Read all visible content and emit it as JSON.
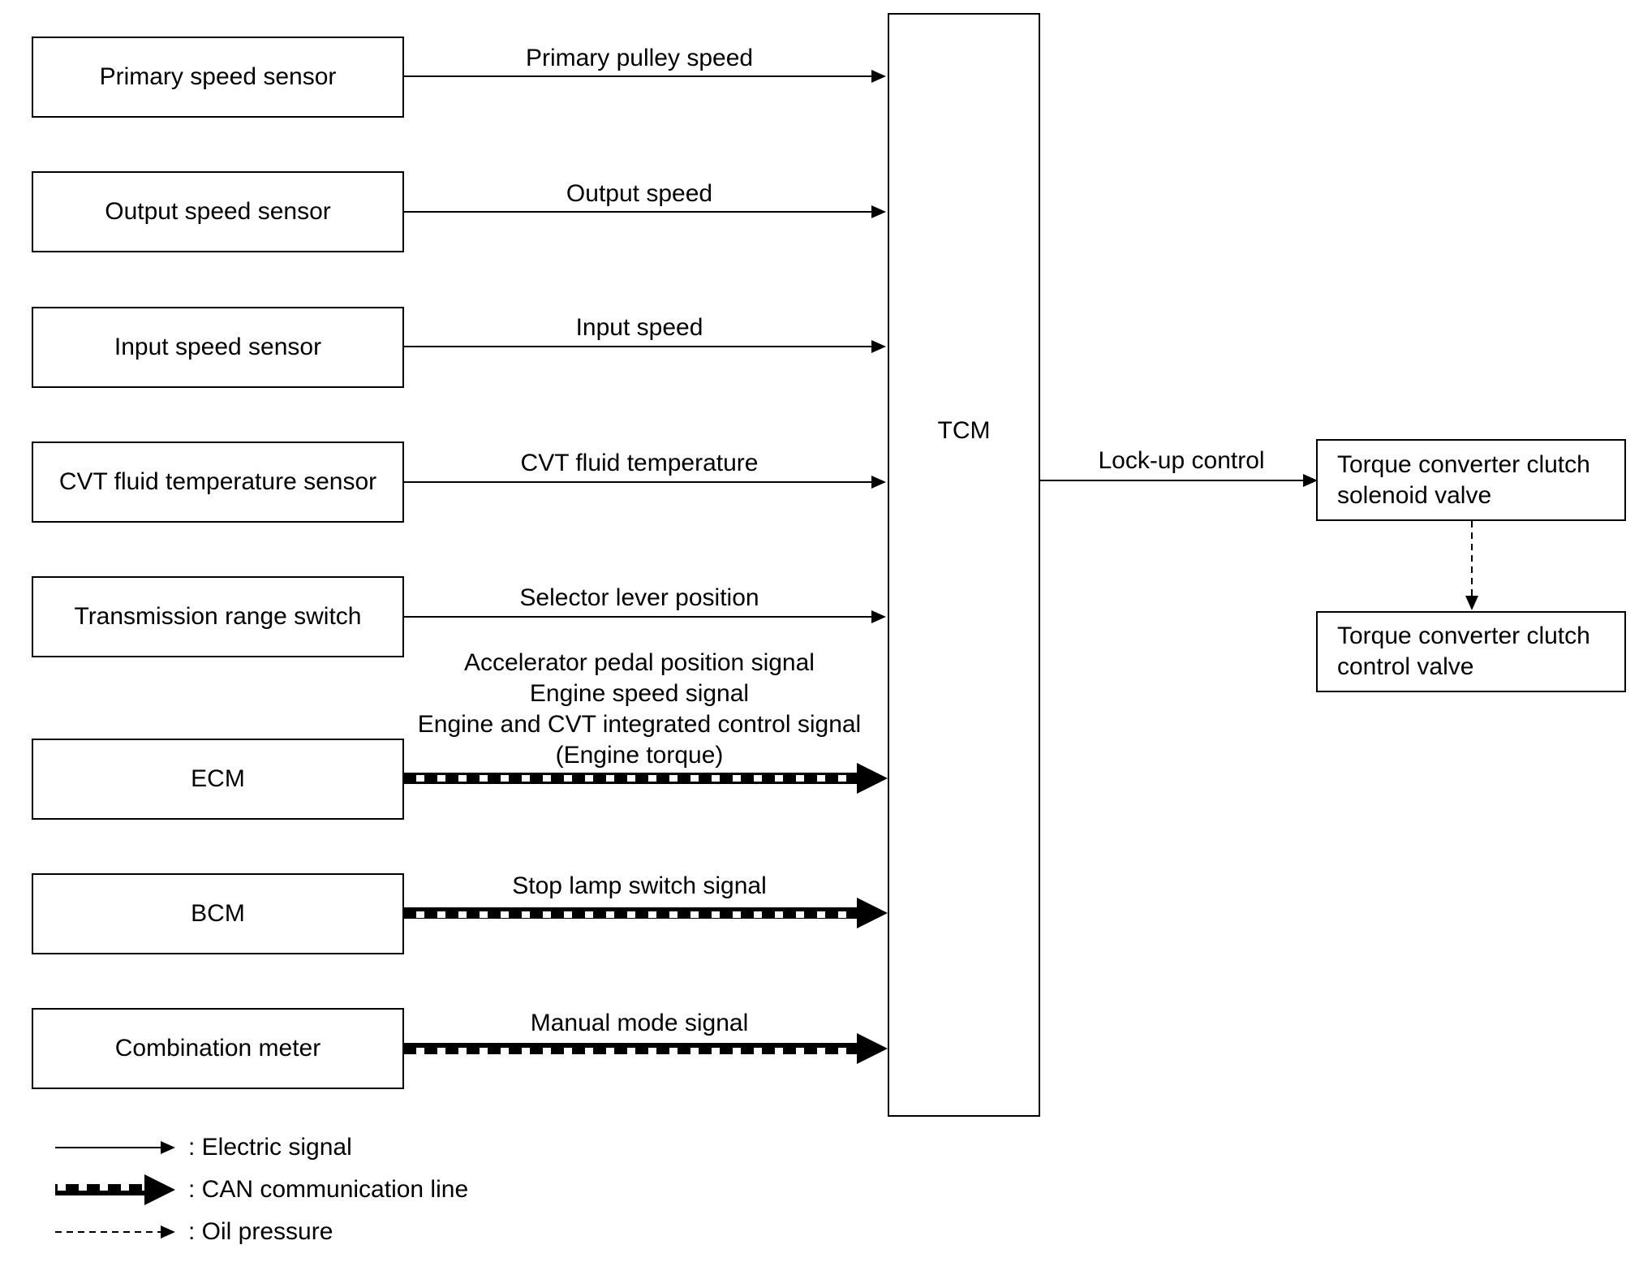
{
  "inputs": [
    {
      "box": "Primary speed sensor",
      "signal": "Primary pulley speed",
      "type": "electric"
    },
    {
      "box": "Output speed sensor",
      "signal": "Output speed",
      "type": "electric"
    },
    {
      "box": "Input speed sensor",
      "signal": "Input speed",
      "type": "electric"
    },
    {
      "box": "CVT fluid temperature sensor",
      "signal": "CVT fluid temperature",
      "type": "electric"
    },
    {
      "box": "Transmission range switch",
      "signal": "Selector lever position",
      "type": "electric"
    },
    {
      "box": "ECM",
      "signal_lines": [
        "Accelerator pedal position signal",
        "Engine speed signal",
        "Engine and CVT integrated control signal",
        "(Engine torque)"
      ],
      "type": "can"
    },
    {
      "box": "BCM",
      "signal": "Stop lamp switch signal",
      "type": "can"
    },
    {
      "box": "Combination meter",
      "signal": "Manual mode signal",
      "type": "can"
    }
  ],
  "tcm": {
    "label": "TCM"
  },
  "output": {
    "signal": "Lock-up control",
    "solenoid": {
      "line1": "Torque converter clutch",
      "line2": "solenoid valve"
    },
    "valve": {
      "line1": "Torque converter clutch",
      "line2": "control valve"
    }
  },
  "legend": {
    "electric": ": Electric signal",
    "can": ": CAN communication line",
    "oil": ": Oil pressure"
  }
}
